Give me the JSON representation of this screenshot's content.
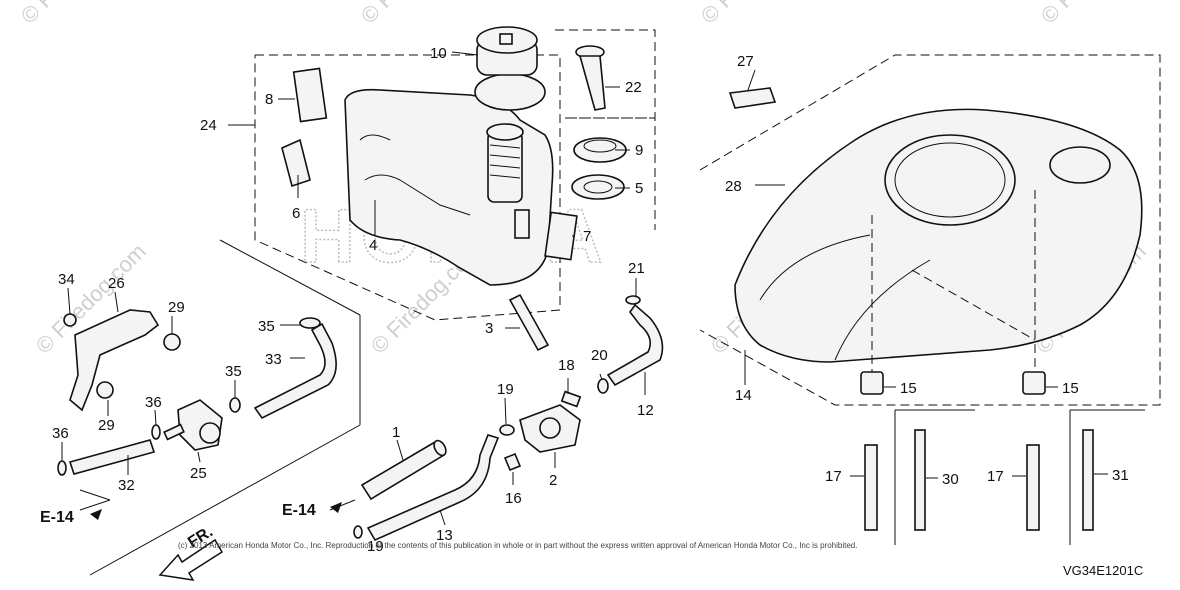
{
  "diagram": {
    "brand_watermark": "HONDA",
    "watermark_text": "© Firedog.com",
    "copyright": "(c) 2013 American Honda Motor Co., Inc. Reproduction of the contents of this publication in whole or in part without the express written approval of American Honda Motor Co., Inc is prohibited.",
    "diagram_code": "VG34E1201C",
    "direction_label": "FR.",
    "refs": {
      "left": "E-14",
      "center": "E-14"
    },
    "callouts": {
      "p1": "1",
      "p2": "2",
      "p3": "3",
      "p4": "4",
      "p5": "5",
      "p6": "6",
      "p7": "7",
      "p8": "8",
      "p9": "9",
      "p10": "10",
      "p12": "12",
      "p13": "13",
      "p14": "14",
      "p15a": "15",
      "p15b": "15",
      "p16": "16",
      "p17a": "17",
      "p17b": "17",
      "p18": "18",
      "p19a": "19",
      "p19b": "19",
      "p20": "20",
      "p21": "21",
      "p22": "22",
      "p24": "24",
      "p25": "25",
      "p26": "26",
      "p27": "27",
      "p28": "28",
      "p29a": "29",
      "p29b": "29",
      "p30": "30",
      "p31": "31",
      "p32": "32",
      "p33": "33",
      "p34": "34",
      "p35a": "35",
      "p35b": "35",
      "p36a": "36",
      "p36b": "36"
    }
  }
}
